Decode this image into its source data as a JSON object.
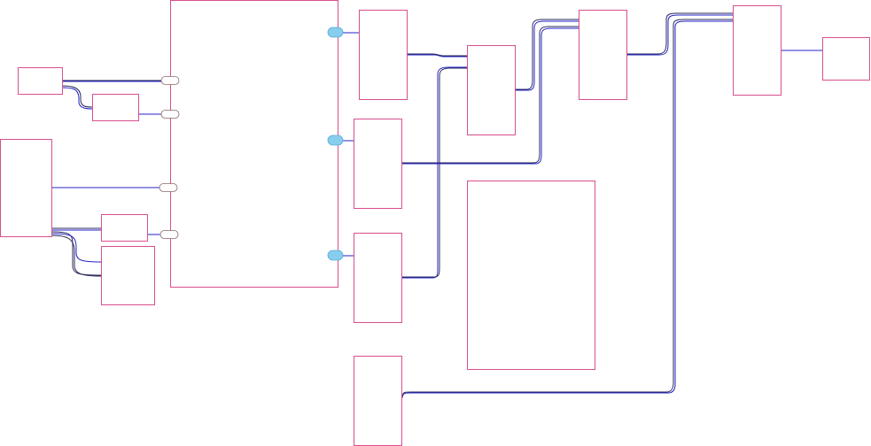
{
  "diagram": {
    "type": "node-graph",
    "colors": {
      "node_border": "#d94f8e",
      "wire": "#2323c9",
      "wire_dark": "#2a2a5a",
      "output_port": "#87cdee",
      "input_port_border": "#8a6a6a"
    },
    "nodes": [
      {
        "id": "n1"
      },
      {
        "id": "n2"
      },
      {
        "id": "n3"
      },
      {
        "id": "n4"
      },
      {
        "id": "n5"
      },
      {
        "id": "hub"
      },
      {
        "id": "o1"
      },
      {
        "id": "o2"
      },
      {
        "id": "o3"
      },
      {
        "id": "o4"
      },
      {
        "id": "m1"
      },
      {
        "id": "big"
      },
      {
        "id": "m2"
      },
      {
        "id": "m3"
      },
      {
        "id": "end"
      }
    ],
    "edges": [
      {
        "from": "n1",
        "to": "hub"
      },
      {
        "from": "n1",
        "to": "n2"
      },
      {
        "from": "n2",
        "to": "hub"
      },
      {
        "from": "n3",
        "to": "hub"
      },
      {
        "from": "n3",
        "to": "n4"
      },
      {
        "from": "n3",
        "to": "n5"
      },
      {
        "from": "n4",
        "to": "hub"
      },
      {
        "from": "hub",
        "to": "o1"
      },
      {
        "from": "hub",
        "to": "o2"
      },
      {
        "from": "hub",
        "to": "o3"
      },
      {
        "from": "o1",
        "to": "m1"
      },
      {
        "from": "o3",
        "to": "m1"
      },
      {
        "from": "m1",
        "to": "m2"
      },
      {
        "from": "o2",
        "to": "m2"
      },
      {
        "from": "m2",
        "to": "m3"
      },
      {
        "from": "o4",
        "to": "m3"
      },
      {
        "from": "m3",
        "to": "end"
      }
    ]
  }
}
